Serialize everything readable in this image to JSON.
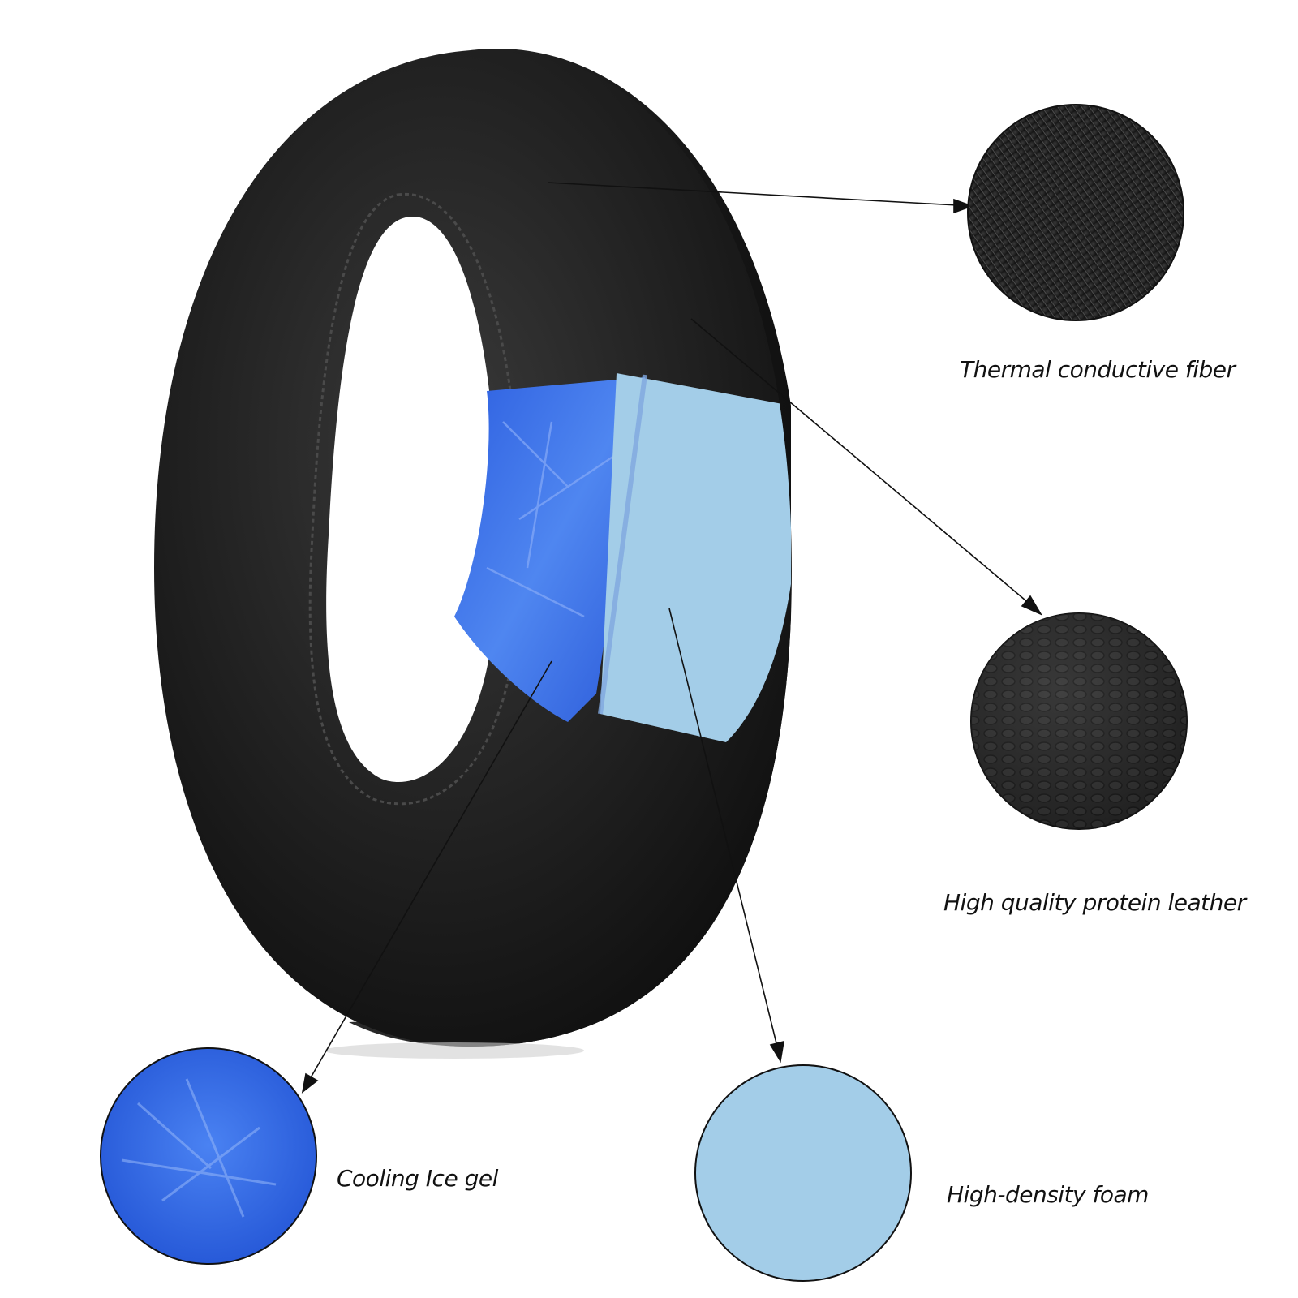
{
  "labels": {
    "thermal": "Thermal conductive fiber",
    "leather": "High quality protein leather",
    "gel": "Cooling Ice gel",
    "foam": "High-density foam"
  },
  "colors": {
    "cushion_dark": "#1c1c1c",
    "cushion_mid": "#333333",
    "gel_blue": "#2e63e6",
    "foam_blue": "#9fcbe6",
    "leader_line": "#111111"
  }
}
